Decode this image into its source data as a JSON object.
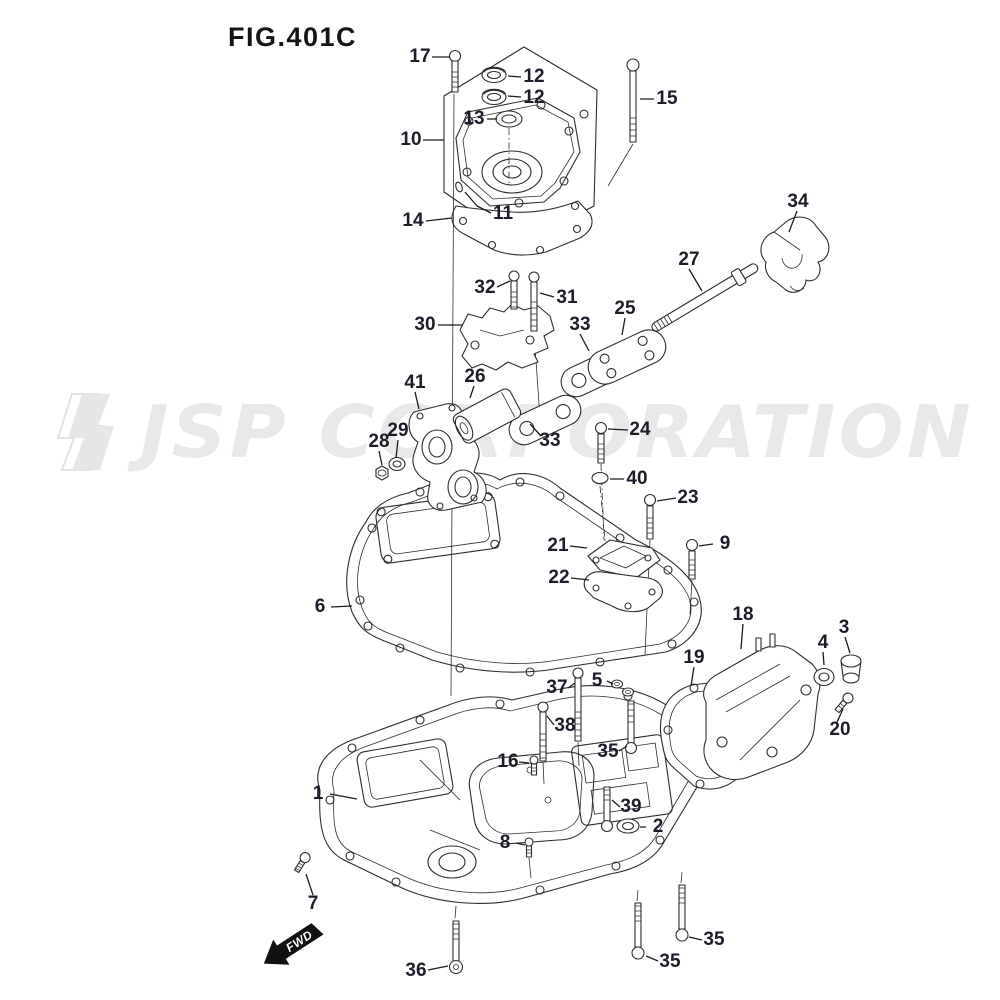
{
  "title": "FIG.401C",
  "watermark": {
    "text": "JSP CORPORATION"
  },
  "direction_flag": {
    "label": "FWD"
  },
  "colors": {
    "background": "#ffffff",
    "line": "#2d2d2d",
    "label_text": "#1b1e29",
    "watermark": "#e8e8e8",
    "flag_fill": "#111111"
  },
  "labels": [
    {
      "text": "17"
    },
    {
      "text": "12"
    },
    {
      "text": "12"
    },
    {
      "text": "13"
    },
    {
      "text": "10"
    },
    {
      "text": "15"
    },
    {
      "text": "14"
    },
    {
      "text": "11"
    },
    {
      "text": "32"
    },
    {
      "text": "31"
    },
    {
      "text": "30"
    },
    {
      "text": "33"
    },
    {
      "text": "25"
    },
    {
      "text": "27"
    },
    {
      "text": "34"
    },
    {
      "text": "41"
    },
    {
      "text": "26"
    },
    {
      "text": "29"
    },
    {
      "text": "28"
    },
    {
      "text": "33"
    },
    {
      "text": "24"
    },
    {
      "text": "40"
    },
    {
      "text": "23"
    },
    {
      "text": "9"
    },
    {
      "text": "21"
    },
    {
      "text": "22"
    },
    {
      "text": "6"
    },
    {
      "text": "18"
    },
    {
      "text": "19"
    },
    {
      "text": "4"
    },
    {
      "text": "3"
    },
    {
      "text": "20"
    },
    {
      "text": "37"
    },
    {
      "text": "5"
    },
    {
      "text": "38"
    },
    {
      "text": "35"
    },
    {
      "text": "16"
    },
    {
      "text": "1"
    },
    {
      "text": "39"
    },
    {
      "text": "2"
    },
    {
      "text": "8"
    },
    {
      "text": "7"
    },
    {
      "text": "36"
    },
    {
      "text": "35"
    },
    {
      "text": "35"
    }
  ]
}
